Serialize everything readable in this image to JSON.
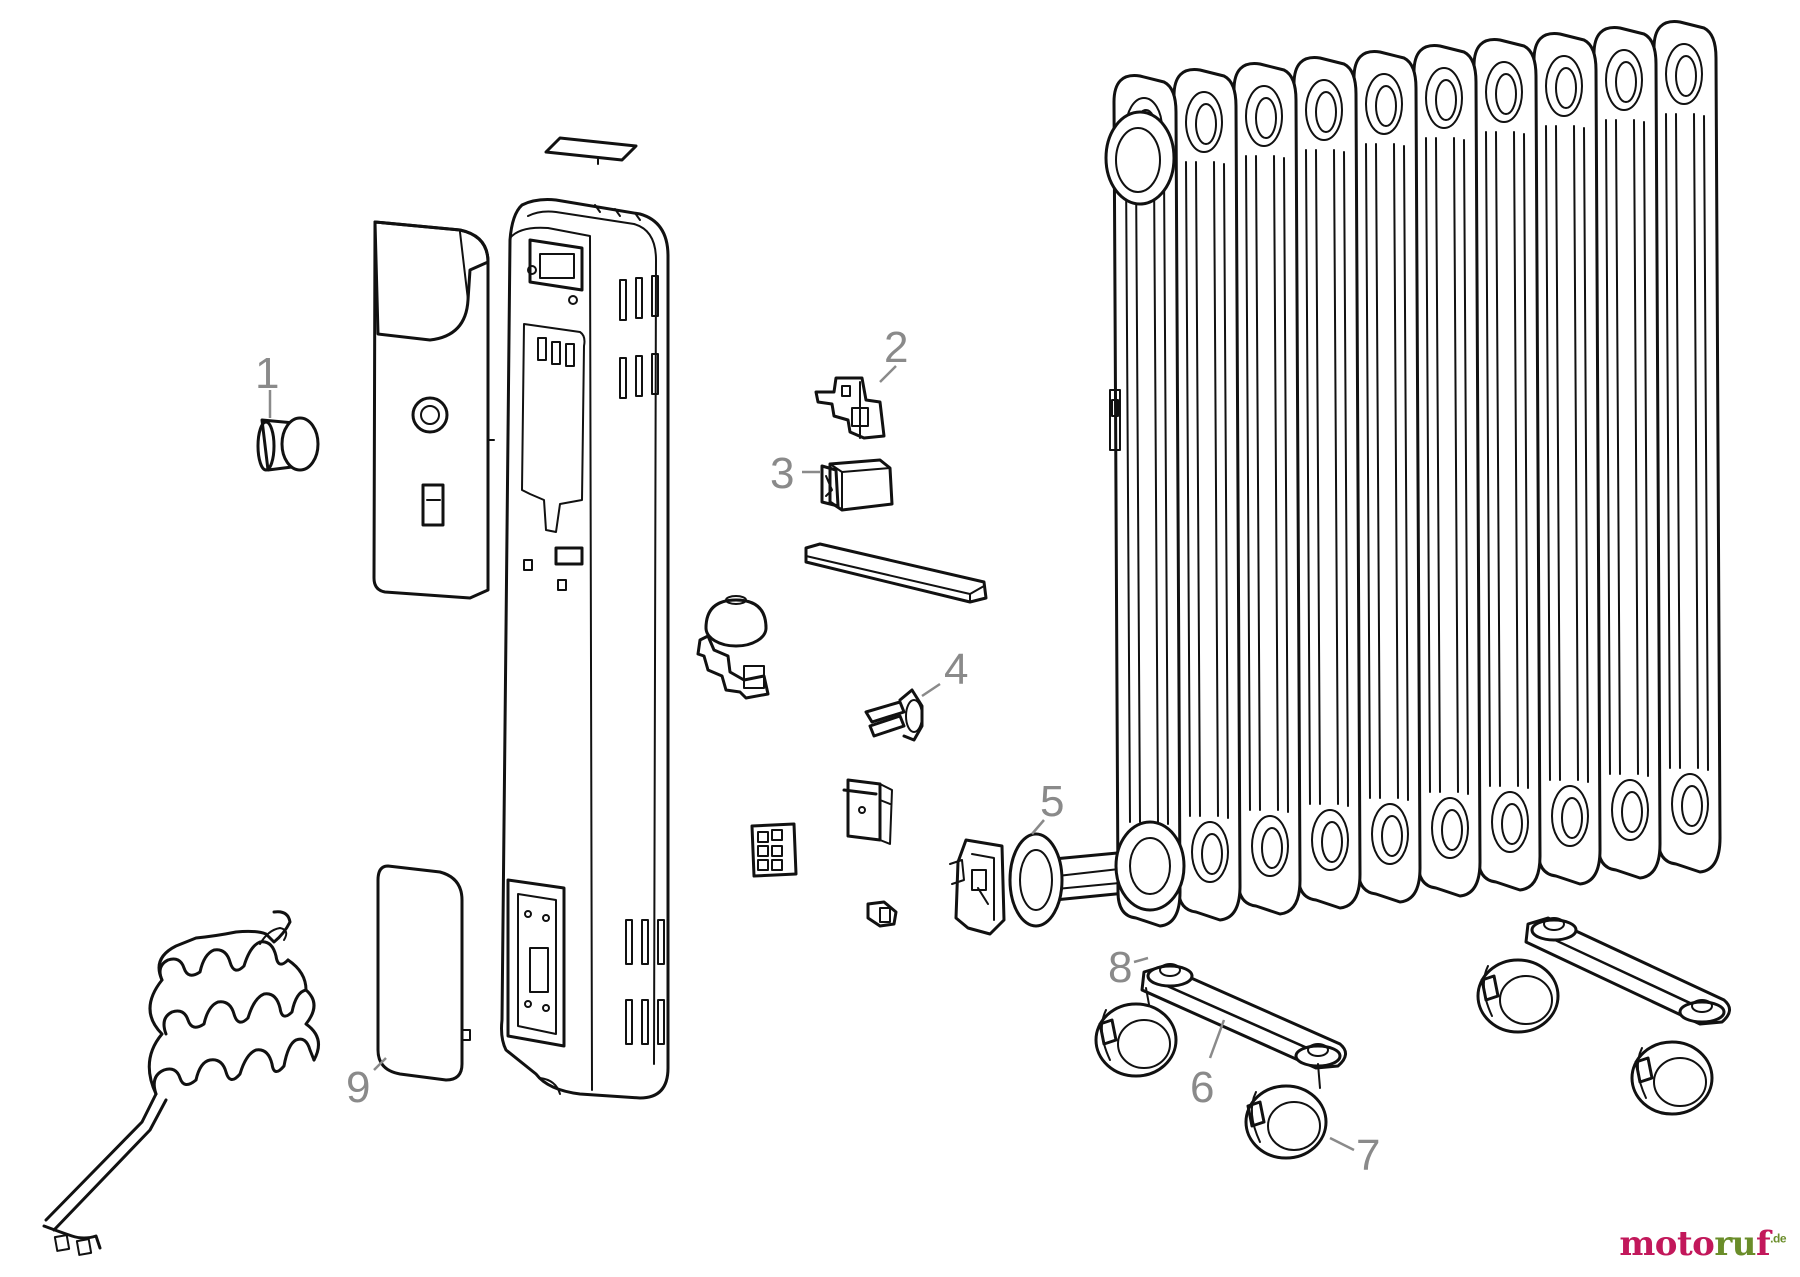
{
  "labels": {
    "p1": "1",
    "p2": "2",
    "p3": "3",
    "p4": "4",
    "p5": "5",
    "p6": "6",
    "p7": "7",
    "p8": "8",
    "p9": "9"
  },
  "watermark": {
    "part1": "moto",
    "part2": "ru",
    "part3": "f",
    "suffix": ".de"
  },
  "colors": {
    "line": "#111111",
    "label": "#8a8a8a",
    "brand_red": "#c2185b",
    "brand_green": "#6a8d2a"
  }
}
